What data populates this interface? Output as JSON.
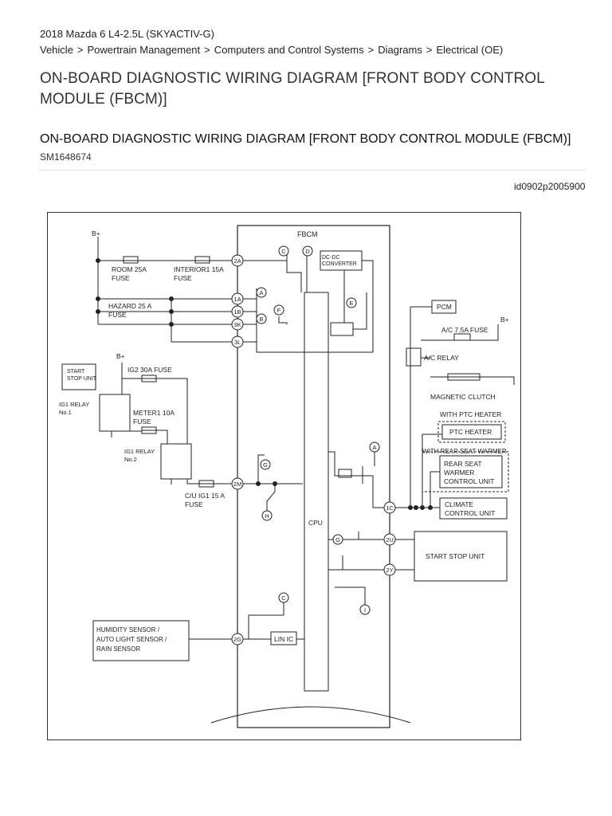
{
  "header": {
    "vehicle": "2018 Mazda 6 L4-2.5L (SKYACTIV-G)",
    "breadcrumbs": [
      "Vehicle",
      "Powertrain Management",
      "Computers and Control Systems",
      "Diagrams",
      "Electrical (OE)"
    ],
    "breadcrumb_separator": ">"
  },
  "page_title": "ON-BOARD DIAGNOSTIC WIRING DIAGRAM [FRONT BODY CONTROL MODULE (FBCM)]",
  "document": {
    "title": "ON-BOARD DIAGNOSTIC WIRING DIAGRAM [FRONT BODY CONTROL MODULE (FBCM)]",
    "id": "SM1648674",
    "figure_id": "id0902p2005900"
  },
  "diagram": {
    "module_title": "FBCM",
    "battery": "B+",
    "fuse_room": "ROOM 25A",
    "fuse_interior": "INTERIOR1 15A",
    "fuse_hazard": "HAZARD 25 A",
    "fuse_word": "FUSE",
    "fuse_ig2": "IG2 30A FUSE",
    "fuse_meter1": "METER1 10A",
    "fuse_cu_ig1": "C/U IG1 15 A",
    "fuse_ac": "A/C 7.5A FUSE",
    "start_stop_unit_short": [
      "START",
      "STOP UNIT"
    ],
    "ig1_relay_1": [
      "IG1 RELAY",
      "No.1"
    ],
    "ig1_relay_2": [
      "IG1 RELAY",
      "No.2"
    ],
    "dcdc": [
      "DC-DC",
      "CONVERTER"
    ],
    "cpu": "CPU",
    "lin_ic": "LIN IC",
    "pcm": "PCM",
    "ac_relay": "A/C RELAY",
    "magnetic_clutch": "MAGNETIC CLUTCH",
    "with_ptc": "WITH PTC HEATER",
    "ptc_heater": "PTC HEATER",
    "with_rear_seat": "WITH REAR SEAT WARMER",
    "rear_seat_unit": [
      "REAR SEAT",
      "WARMER",
      "CONTROL UNIT"
    ],
    "climate_unit": [
      "CLIMATE",
      "CONTROL UNIT"
    ],
    "start_stop_unit": "START STOP UNIT",
    "humidity_sensor": [
      "HUMIDITY SENSOR /",
      "AUTO LIGHT SENSOR /",
      "RAIN SENSOR"
    ],
    "terminals": {
      "t2A": "2A",
      "t1A": "1A",
      "t1B": "1B",
      "t3K": "3K",
      "t3L": "3L",
      "t2M": "2M",
      "t1C": "1C",
      "t2U": "2U",
      "t2Y": "2Y",
      "t2G": "2G"
    },
    "refs": {
      "A": "A",
      "B": "B",
      "C": "C",
      "D": "D",
      "E": "E",
      "F": "F",
      "G": "G",
      "H": "H",
      "I": "I"
    },
    "figure_code": "am6xuw00011975"
  }
}
